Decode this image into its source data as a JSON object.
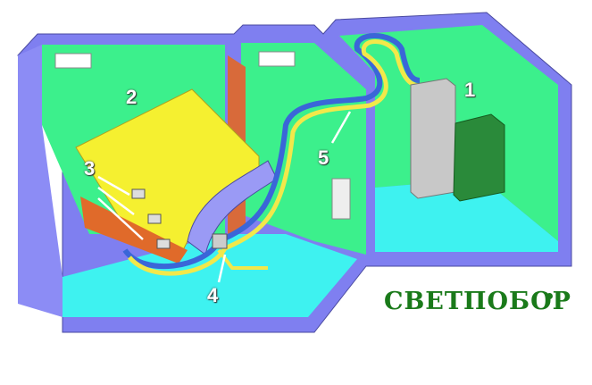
{
  "labels": {
    "n1": "1",
    "n2": "2",
    "n3": "3",
    "n4": "4",
    "n5": "5"
  },
  "logo": {
    "text": "СВЕТПОБОР"
  },
  "colors": {
    "wall_outer": "#7f7ff0",
    "wall_inner": "#3cf08c",
    "floor": "#3ef2f0",
    "silo": "#f5f030",
    "pipe_blue": "#3a66d8",
    "pipe_yellow": "#f2e84a",
    "boiler": "#2a8a3a",
    "logo": "#1a7a1a"
  }
}
